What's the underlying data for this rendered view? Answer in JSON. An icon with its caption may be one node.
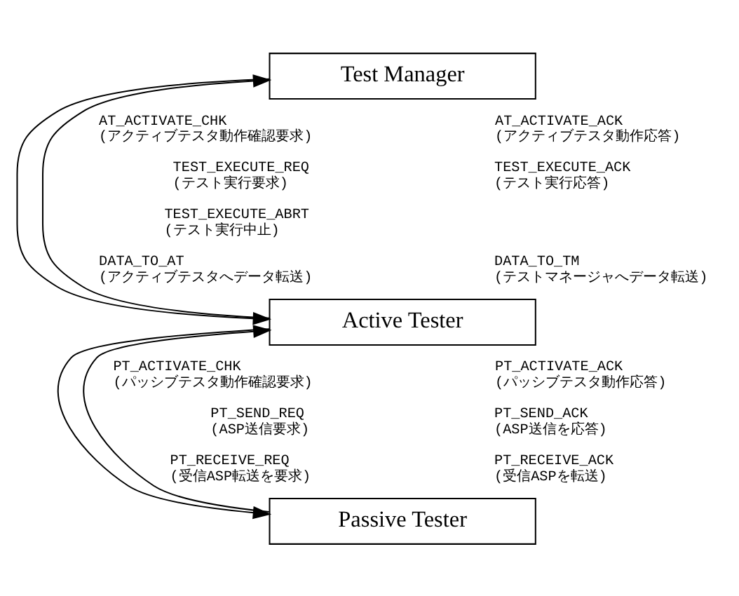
{
  "diagram": {
    "nodes": [
      {
        "text": [
          "Test Manager"
        ]
      },
      {
        "text": [
          "Active Tester"
        ]
      },
      {
        "text": [
          "Passive Tester"
        ]
      }
    ],
    "edges": [
      {
        "from": 0,
        "to": 1,
        "arrow": "to"
      },
      {
        "from": 1,
        "to": 0,
        "arrow": "to"
      },
      {
        "from": 1,
        "to": 2,
        "arrow": "to"
      },
      {
        "from": 2,
        "to": 1,
        "arrow": "to"
      }
    ],
    "labels": [
      "AT_ACTIVATE_CHK (アクティブテスタ動作確認要求)",
      "AT_ACTIVATE_ACK (アクティブテスタ動作応答)",
      "TEST_EXECUTE_REQ (テスト実行要求)",
      "TEST_EXECUTE_ACK (テスト実行応答)",
      "TEST_EXECUTE_ABRT (テスト実行中止)",
      "DATA_TO_AT (アクティブテスタへデータ転送)",
      "DATA_TO_TM (テストマネージャへデータ転送)",
      "PT_ACTIVATE_CHK (パッシブテスタ動作確認要求)",
      "PT_ACTIVATE_ACK (パッシブテスタ動作応答)",
      "PT_SEND_REQ (ASP送信要求)",
      "PT_SEND_ACK (ASP送信を応答)",
      "PT_RECEIVE_REQ (受信ASP転送を要求)",
      "PT_RECEIVE_ACK (受信ASPを転送)"
    ]
  }
}
